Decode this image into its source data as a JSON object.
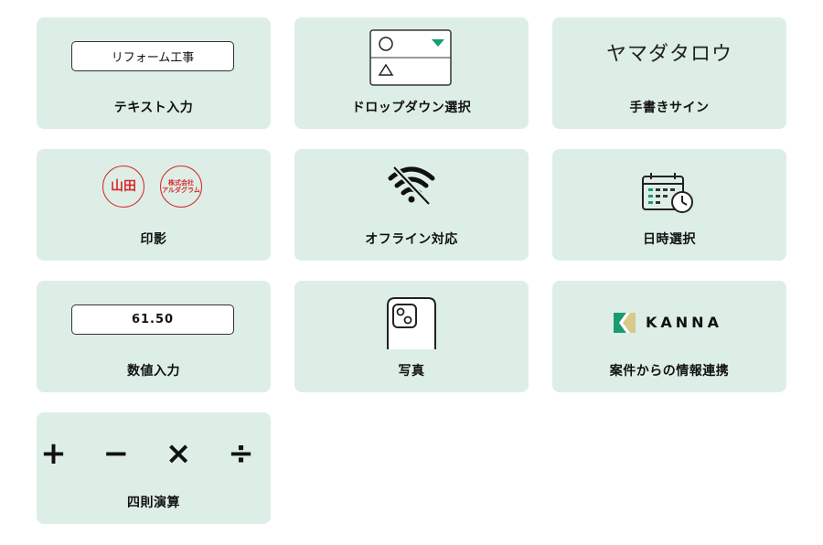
{
  "features": [
    {
      "label": "テキスト入力",
      "field_value": "リフォーム工事"
    },
    {
      "label": "ドロップダウン選択"
    },
    {
      "label": "手書きサイン",
      "signature_text": "ヤマダタロウ"
    },
    {
      "label": "印影",
      "stamp_1": "山田",
      "stamp_2_line1": "株式会社",
      "stamp_2_line2": "アルダグラム"
    },
    {
      "label": "オフライン対応"
    },
    {
      "label": "日時選択"
    },
    {
      "label": "数値入力",
      "field_value": "61.50"
    },
    {
      "label": "写真"
    },
    {
      "label": "案件からの情報連携",
      "logo_text": "KANNA"
    },
    {
      "label": "四則演算",
      "operators": "+ − × ÷"
    }
  ],
  "colors": {
    "card_background": "#ddeee6",
    "accent_green": "#1a9b72",
    "stamp_red": "#d8282f",
    "kanna_gold": "#c9a33a"
  }
}
